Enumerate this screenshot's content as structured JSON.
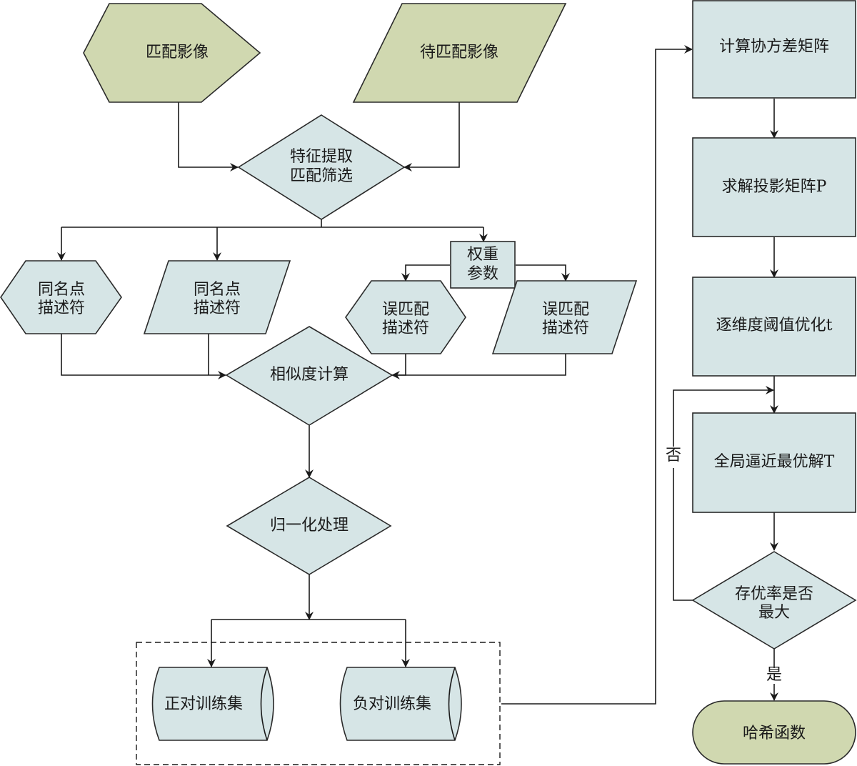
{
  "colors": {
    "input_fill": "#d0d8b0",
    "process_fill": "#d6e5e6",
    "stroke": "#2a2a2a"
  },
  "nodes": {
    "match_image": "匹配影像",
    "to_match_image": "待匹配影像",
    "feature_extract": [
      "特征提取",
      "匹配筛选"
    ],
    "homonym_desc_hex": [
      "同名点",
      "描述符"
    ],
    "homonym_desc_para": [
      "同名点",
      "描述符"
    ],
    "weight_params": [
      "权重",
      "参数"
    ],
    "mismatch_desc_hex": [
      "误匹配",
      "描述符"
    ],
    "mismatch_desc_para": [
      "误匹配",
      "描述符"
    ],
    "similarity_calc": "相似度计算",
    "normalize": "归一化处理",
    "positive_set": "正对训练集",
    "negative_set": "负对训练集",
    "covariance": "计算协方差矩阵",
    "projection": "求解投影矩阵P",
    "threshold_opt": "逐维度阈值优化t",
    "global_opt": "全局逼近最优解T",
    "decision": [
      "存优率是否",
      "最大"
    ],
    "hash_function": "哈希函数"
  },
  "edge_labels": {
    "no": "否",
    "yes": "是"
  }
}
